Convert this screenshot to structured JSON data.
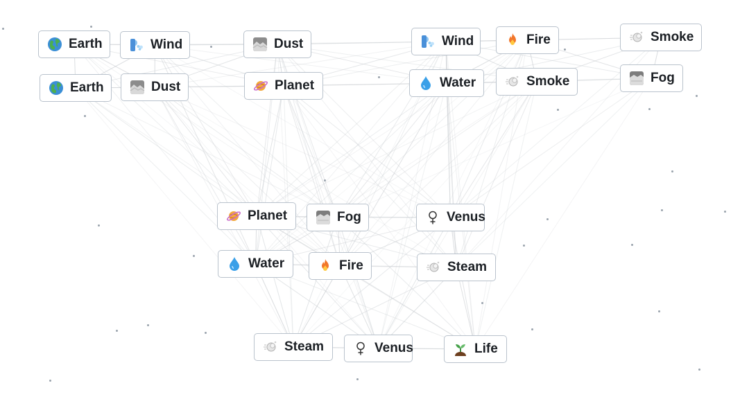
{
  "canvas": {
    "items": [
      {
        "label": "Earth",
        "icon": "earth-icon"
      },
      {
        "label": "Wind",
        "icon": "wind-icon"
      },
      {
        "label": "Dust",
        "icon": "dust-icon"
      },
      {
        "label": "Wind",
        "icon": "wind-icon"
      },
      {
        "label": "Fire",
        "icon": "fire-icon"
      },
      {
        "label": "Smoke",
        "icon": "smoke-icon"
      },
      {
        "label": "Earth",
        "icon": "earth-icon"
      },
      {
        "label": "Dust",
        "icon": "dust-icon"
      },
      {
        "label": "Planet",
        "icon": "planet-icon"
      },
      {
        "label": "Water",
        "icon": "water-icon"
      },
      {
        "label": "Smoke",
        "icon": "smoke-icon"
      },
      {
        "label": "Fog",
        "icon": "fog-icon"
      },
      {
        "label": "Planet",
        "icon": "planet-icon"
      },
      {
        "label": "Fog",
        "icon": "fog-icon"
      },
      {
        "label": "Venus",
        "icon": "venus-icon"
      },
      {
        "label": "Water",
        "icon": "water-icon"
      },
      {
        "label": "Fire",
        "icon": "fire-icon"
      },
      {
        "label": "Steam",
        "icon": "steam-icon"
      },
      {
        "label": "Steam",
        "icon": "steam-icon"
      },
      {
        "label": "Venus",
        "icon": "venus-icon"
      },
      {
        "label": "Life",
        "icon": "life-icon"
      }
    ]
  }
}
